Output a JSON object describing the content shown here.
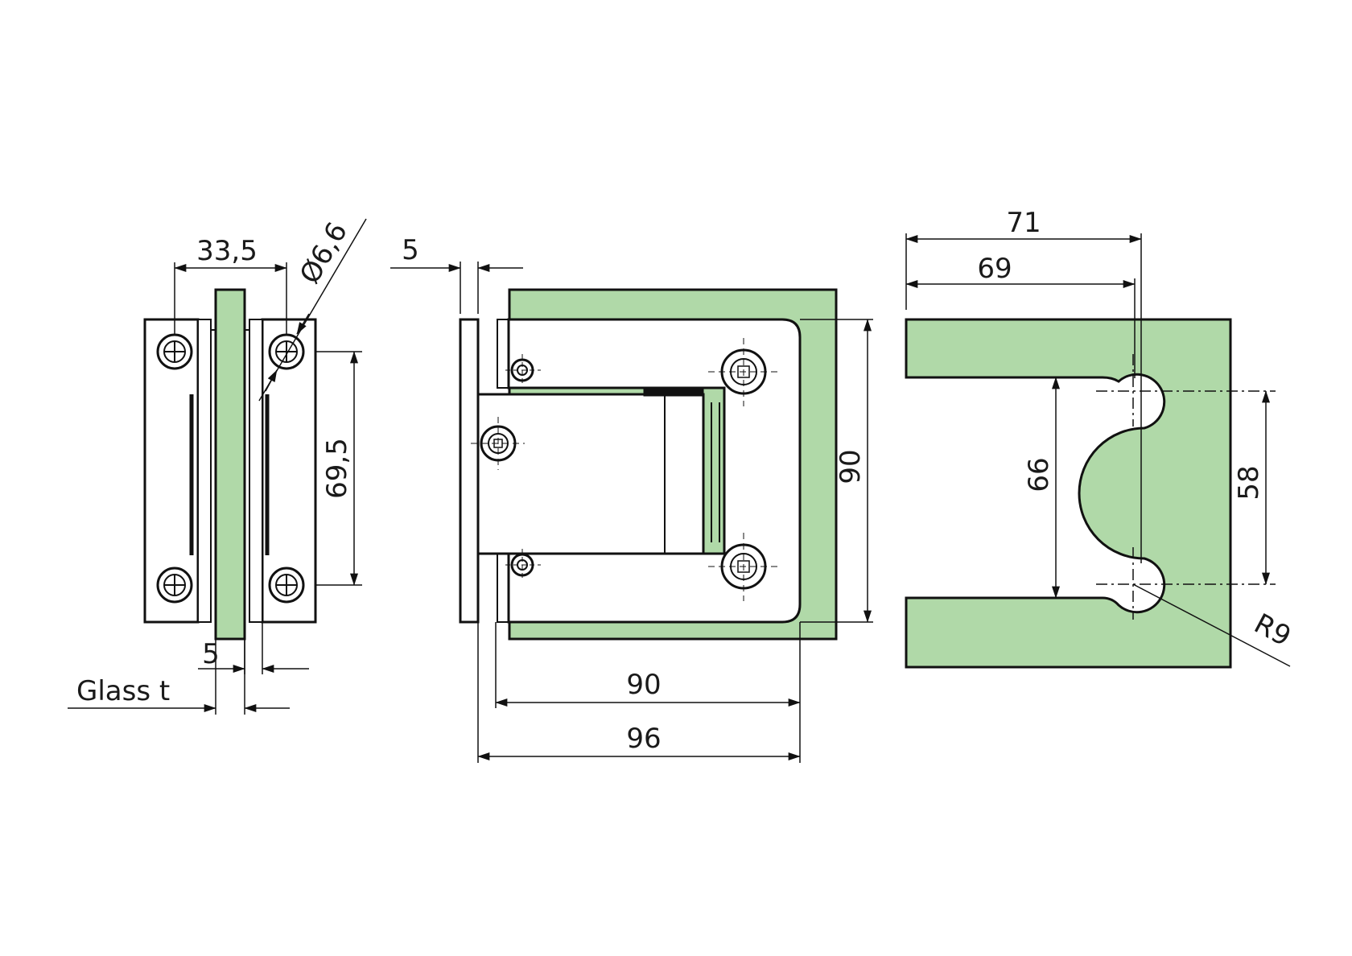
{
  "colors": {
    "glass_fill": "#b0d9a8",
    "line": "#111111",
    "background": "#ffffff"
  },
  "side_view": {
    "dim_width": "33,5",
    "dim_hole_diameter": "Ø6,6",
    "dim_hole_spacing": "69,5",
    "dim_plate": "5",
    "label_glass": "Glass t"
  },
  "front_view": {
    "dim_wall_plate": "5",
    "dim_height": "90",
    "dim_body_width": "90",
    "dim_overall_width": "96"
  },
  "cutout_view": {
    "dim_overall": "71",
    "dim_depth": "69",
    "dim_opening": "66",
    "dim_hole_spacing": "58",
    "dim_radius": "R9"
  }
}
